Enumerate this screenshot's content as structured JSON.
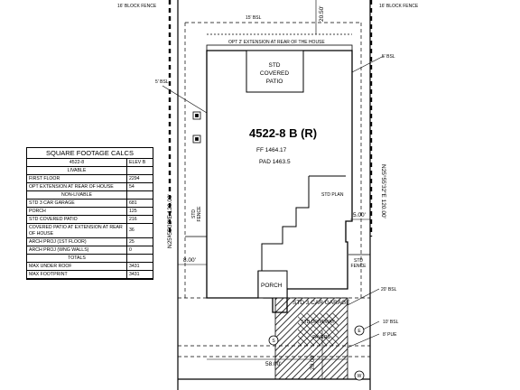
{
  "labels": {
    "block_fence_left": "16' BLOCK FENCE",
    "block_fence_right": "16' BLOCK FENCE",
    "rear_setback": "15' BSL",
    "rear_dim": "20.50'",
    "opt_extension": "OPT 2' EXTENSION AT REAR OF THE HOUSE",
    "left_bsl": "5' BSL",
    "right_bsl": "5' BSL",
    "patio_line1": "STD",
    "patio_line2": "COVERED",
    "patio_line3": "PATIO",
    "plan_name": "4522-8 B (R)",
    "ff": "FF 1464.17",
    "pad": "PAD 1463.5",
    "std_plan": "STD PLAN",
    "std_fence_left_1": "STD",
    "std_fence_left_2": "FENCE",
    "std_fence_right_1": "STD",
    "std_fence_right_2": "FENCE",
    "dim_left_side": "8.00'",
    "dim_right_side": "5.00'",
    "bearing_left": "N25°55'32\"E   120.00'",
    "bearing_right": "N25°55'32\"E   120.00'",
    "porch": "PORCH",
    "garage": "STD 3 CAR GARAGE",
    "front_bsl_20": "20' BSL",
    "front_bsl_10": "10' BSL",
    "pue": "8' PUE",
    "driveway_1": "STD DRIVEWAY",
    "driveway_2": "PAVERS",
    "dim_driveway": "20.00'",
    "front_width": "58.00'",
    "s_marker": "S",
    "e_marker": "E",
    "w_marker": "W"
  },
  "sqft_table": {
    "title": "SQUARE FOOTAGE CALCS",
    "header": [
      "4522-8",
      "ELEV B"
    ],
    "section_livable": "LIVABLE",
    "livable": [
      {
        "label": "FIRST FLOOR",
        "value": "2294"
      },
      {
        "label": "OPT EXTENSION AT REAR OF HOUSE",
        "value": "54"
      }
    ],
    "section_non_livable": "NON-LIVABLE",
    "non_livable": [
      {
        "label": "STD 3 CAR GARAGE",
        "value": "681"
      },
      {
        "label": "PORCH",
        "value": "125"
      },
      {
        "label": "STD COVERED PATIO",
        "value": "216"
      },
      {
        "label": "COVERED PATIO AT EXTENSION AT REAR OF HOUSE",
        "value": "36"
      },
      {
        "label": "ARCH PROJ (1ST FLOOR)",
        "value": "25"
      },
      {
        "label": "ARCH PROJ (WNG WALLS)",
        "value": "0"
      }
    ],
    "section_totals": "TOTALS",
    "totals": [
      {
        "label": "MAX UNDER ROOF",
        "value": "3431"
      },
      {
        "label": "MAX FOOTPRINT",
        "value": "3431"
      }
    ]
  },
  "colors": {
    "line": "#000000",
    "background": "#ffffff"
  }
}
